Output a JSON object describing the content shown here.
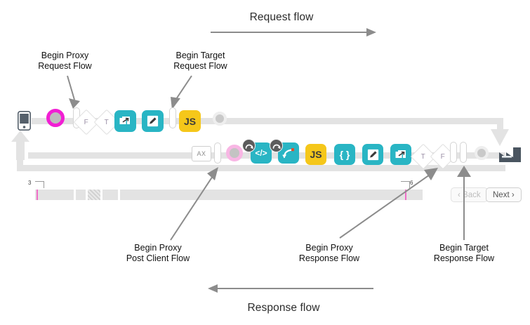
{
  "diagram": {
    "title_request": "Request flow",
    "title_response": "Response flow"
  },
  "callouts": [
    {
      "id": "begin-proxy-request-flow",
      "line1": "Begin Proxy",
      "line2": "Request Flow"
    },
    {
      "id": "begin-target-request-flow",
      "line1": "Begin Target",
      "line2": "Request Flow"
    },
    {
      "id": "begin-proxy-post-client-flow",
      "line1": "Begin Proxy",
      "line2": "Post Client Flow"
    },
    {
      "id": "begin-proxy-response-flow",
      "line1": "Begin Proxy",
      "line2": "Response Flow"
    },
    {
      "id": "begin-target-response-flow",
      "line1": "Begin Target",
      "line2": "Response Flow"
    }
  ],
  "request_row": {
    "name": "request-flow-row",
    "nodes": [
      {
        "name": "client-device",
        "kind": "device",
        "label": ""
      },
      {
        "name": "request-start-ring",
        "kind": "ring-magenta",
        "label": ""
      },
      {
        "name": "proxy-request-pill",
        "kind": "pill",
        "label": ""
      },
      {
        "name": "condition-f",
        "kind": "diamond",
        "label": "F"
      },
      {
        "name": "condition-t",
        "kind": "diamond",
        "label": "T"
      },
      {
        "name": "service-callout-step",
        "kind": "chip-teal",
        "label": ""
      },
      {
        "name": "assign-message-step",
        "kind": "chip-teal",
        "label": ""
      },
      {
        "name": "target-request-pill",
        "kind": "pill",
        "label": ""
      },
      {
        "name": "javascript-step",
        "kind": "chip-yellow",
        "label": "JS"
      },
      {
        "name": "request-end-dot",
        "kind": "dot",
        "label": ""
      }
    ]
  },
  "response_row": {
    "name": "response-flow-row",
    "nodes": [
      {
        "name": "target-server",
        "kind": "factory",
        "label": ""
      },
      {
        "name": "response-start-dot",
        "kind": "dot",
        "label": ""
      },
      {
        "name": "target-response-pill-b",
        "kind": "pill",
        "label": ""
      },
      {
        "name": "target-response-pill-a",
        "kind": "pill",
        "label": ""
      },
      {
        "name": "condition-f-resp",
        "kind": "diamond",
        "label": "F"
      },
      {
        "name": "condition-t-resp",
        "kind": "diamond",
        "label": "T"
      },
      {
        "name": "service-callout-resp",
        "kind": "chip-teal",
        "label": ""
      },
      {
        "name": "assign-message-resp",
        "kind": "chip-teal",
        "label": ""
      },
      {
        "name": "json-policy-step",
        "kind": "chip-teal",
        "label": "{ }"
      },
      {
        "name": "javascript-resp",
        "kind": "chip-yellow",
        "label": "JS"
      },
      {
        "name": "flow-callout-step",
        "kind": "chip-teal",
        "label": ""
      },
      {
        "name": "extract-variables-step",
        "kind": "chip-teal",
        "label": "</>"
      },
      {
        "name": "post-client-ring",
        "kind": "ring-pink",
        "label": ""
      },
      {
        "name": "post-client-pill",
        "kind": "pill",
        "label": ""
      },
      {
        "name": "access-entity-box",
        "kind": "axbox",
        "label": "AX"
      }
    ]
  },
  "timeline": {
    "name": "timeline-scrubber",
    "left_tick": "3",
    "right_tick": "6"
  },
  "nav": {
    "back_label": "‹ Back",
    "next_label": "Next ›"
  },
  "colors": {
    "teal": "#29b5c4",
    "yellow": "#f5c71a",
    "magenta": "#f11fd3",
    "pink_light": "#f8b6e4",
    "rail": "#e3e3e3",
    "arrow": "#8c8c8c",
    "slate": "#4a5560"
  }
}
